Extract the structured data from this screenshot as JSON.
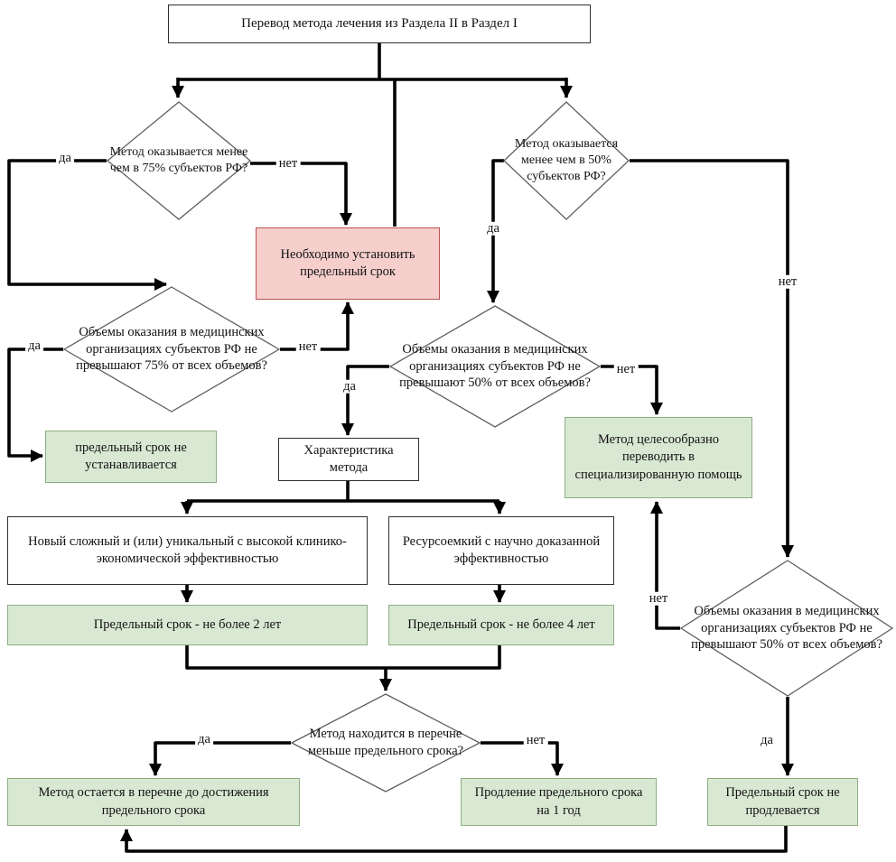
{
  "nodes": {
    "start": "Перевод метода лечения из Раздела II в Раздел I",
    "check75": "Метод оказывается менее чем в 75% субъектов РФ?",
    "check50": "Метод оказывается менее чем в 50% субъектов РФ?",
    "set_deadline": "Необходимо установить предельный срок",
    "volumes75": "Объемы оказания в медицинских организациях субъектов РФ не превышают 75% от всех объемов?",
    "volumes50": "Объемы оказания в медицинских организациях субъектов РФ не превышают 50% от всех объемов?",
    "no_deadline": "предельный срок не устанавливается",
    "method_profile": "Характеристика метода",
    "to_specialized": "Метод целесообразно переводить в специализированную помощь",
    "new_complex": "Новый сложный и (или) уникальный с высокой клинико-экономической эффективностью",
    "resource_intensive": "Ресурсоемкий с научно доказанной эффективностью",
    "deadline_2y": "Предельный срок - не более 2 лет",
    "deadline_4y": "Предельный срок - не более 4 лет",
    "in_list_check": "Метод находится в перечне меньше предельного срока?",
    "stays_in_list": "Метод остается в перечне до достижения предельного срока",
    "extend_1y": "Продление предельного срока на 1 год",
    "no_extension": "Предельный срок не продлевается",
    "volumes50_right": "Объемы оказания в медицинских организациях субъектов РФ не превышают 50% от всех объемов?"
  },
  "edge_labels": {
    "yes": "да",
    "no": "нет"
  },
  "colors": {
    "pink_fill": "#f6cfcd",
    "pink_stroke": "#b85450",
    "green_fill": "#d9e8d3",
    "green_stroke": "#8caf82",
    "line": "#000000",
    "diamond_stroke": "#5f5f5f"
  }
}
